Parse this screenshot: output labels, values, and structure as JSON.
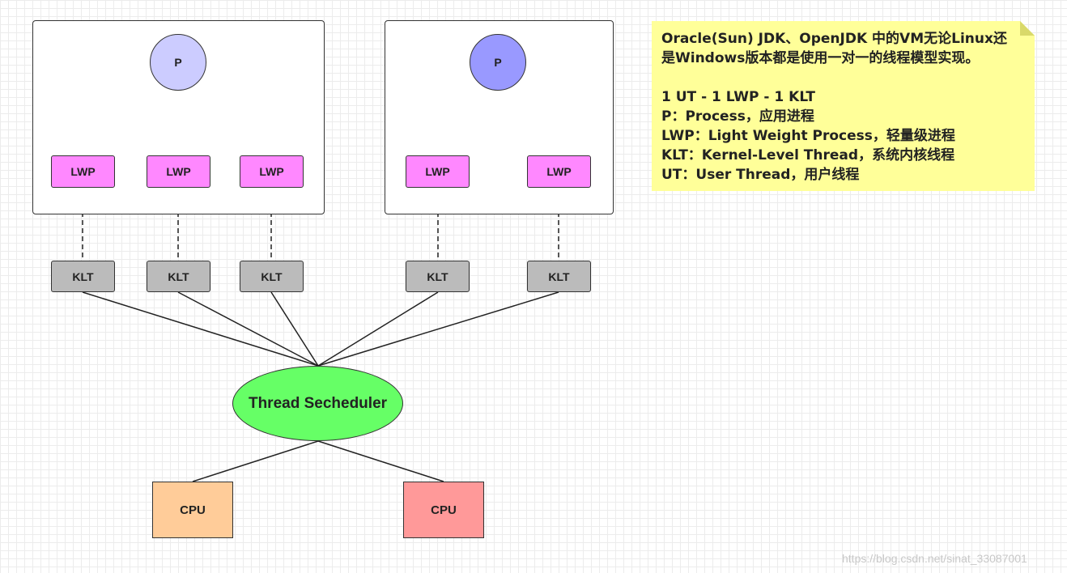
{
  "nodes": {
    "process_left": "P",
    "process_right": "P",
    "lwp": [
      "LWP",
      "LWP",
      "LWP",
      "LWP",
      "LWP"
    ],
    "klt": [
      "KLT",
      "KLT",
      "KLT",
      "KLT",
      "KLT"
    ],
    "scheduler": "Thread Secheduler",
    "cpu": [
      "CPU",
      "CPU"
    ]
  },
  "colors": {
    "process_left": "#ccccff",
    "process_right": "#9999ff",
    "lwp": "#ff88ff",
    "klt": "#bbbbbb",
    "scheduler": "#66ff66",
    "cpu_left": "#ffcc99",
    "cpu_right": "#ff9999",
    "note": "#ffff99"
  },
  "note": {
    "lines": [
      "Oracle(Sun) JDK、OpenJDK 中的VM无论Linux还",
      "是Windows版本都是使用一对一的线程模型实现。",
      "",
      "1 UT - 1 LWP - 1 KLT",
      "P：Process，应用进程",
      "LWP：Light Weight Process，轻量级进程",
      "KLT：Kernel-Level Thread，系统内核线程",
      "UT：User Thread，用户线程"
    ]
  },
  "watermark": "https://blog.csdn.net/sinat_33087001"
}
